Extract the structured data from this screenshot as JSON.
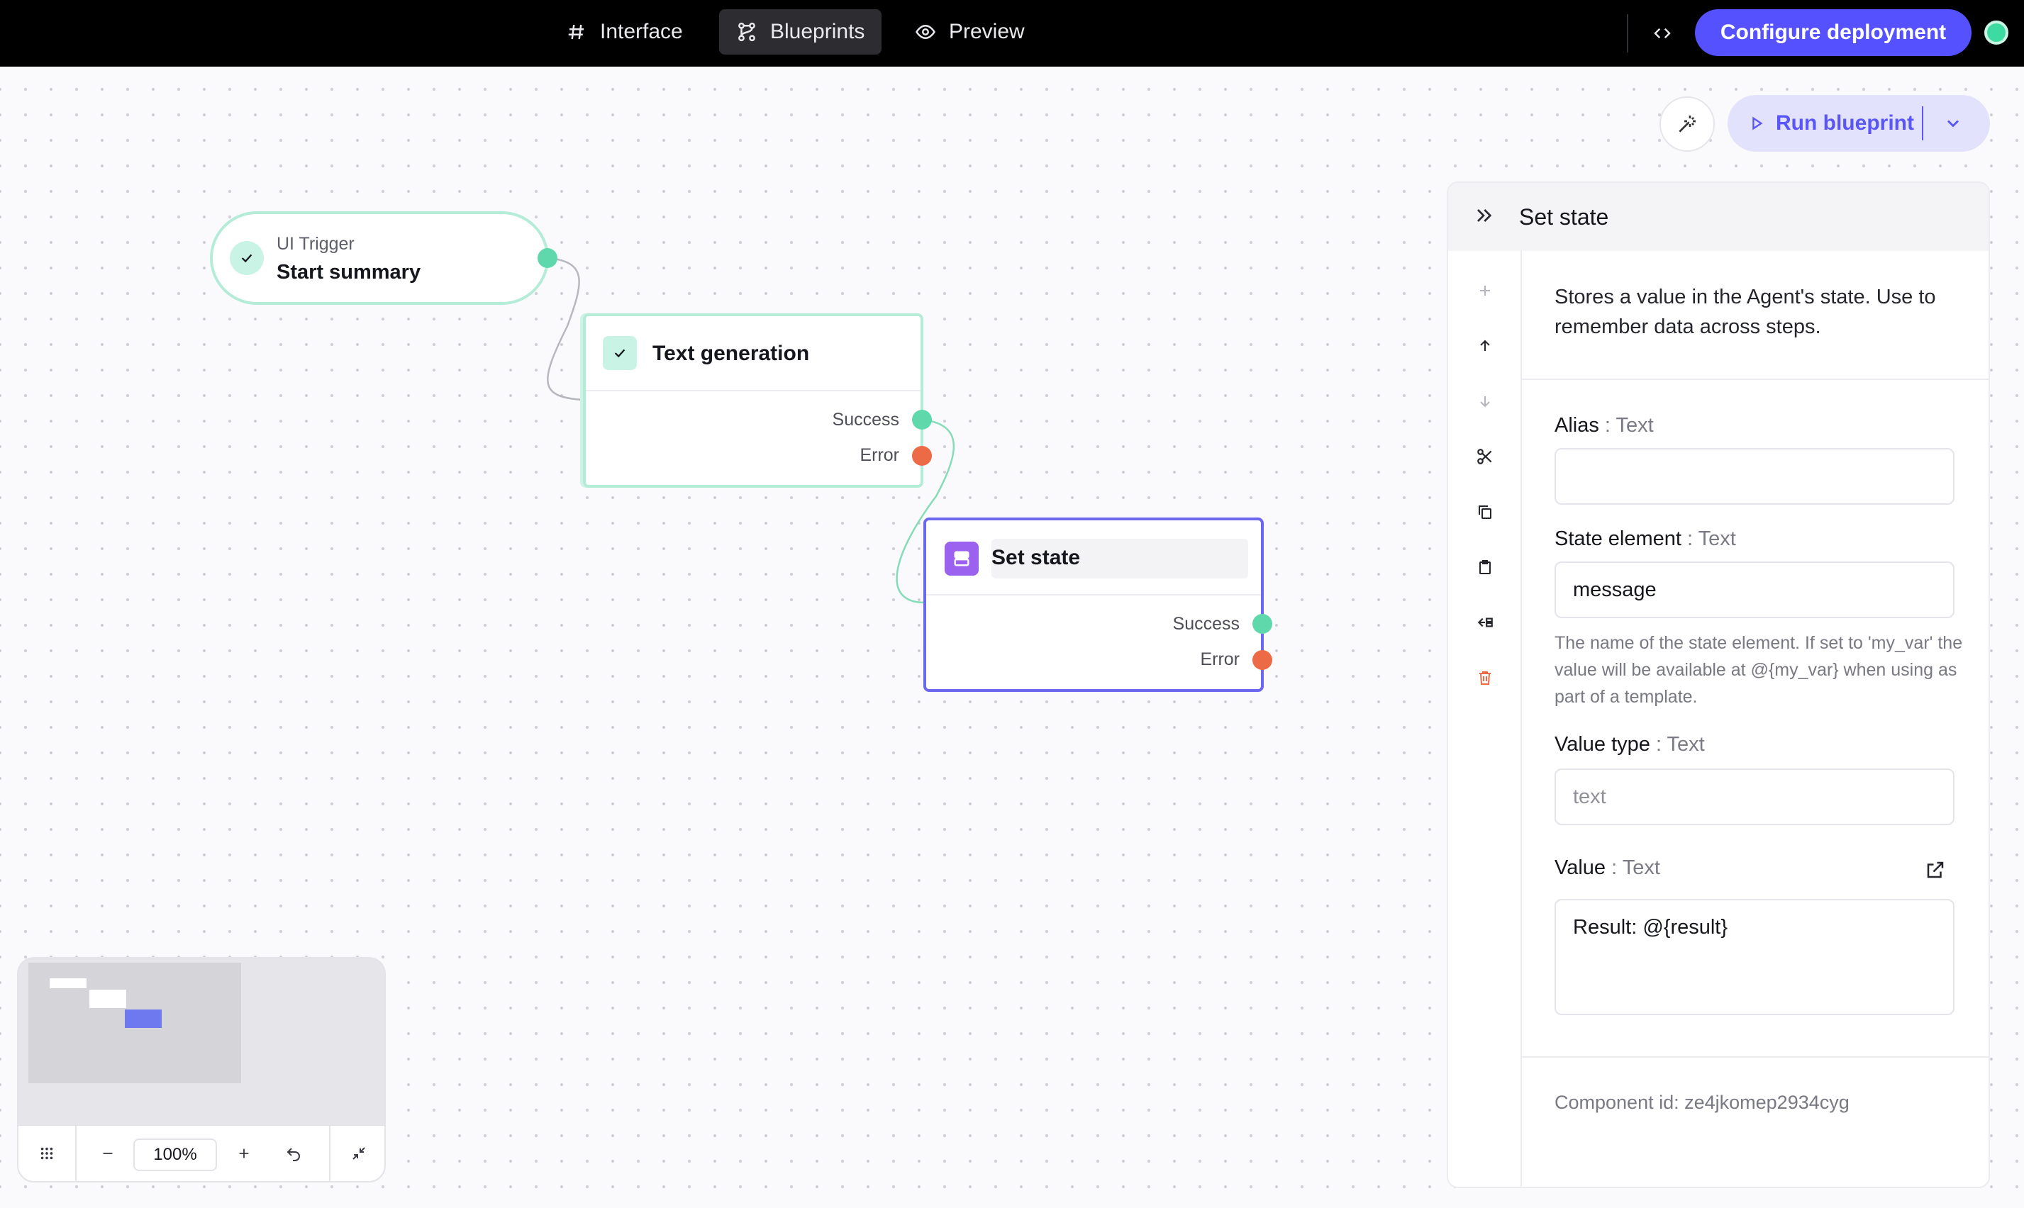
{
  "topbar": {
    "tabs": [
      {
        "label": "Interface",
        "icon": "hash-icon",
        "active": false
      },
      {
        "label": "Blueprints",
        "icon": "blueprint-icon",
        "active": true
      },
      {
        "label": "Preview",
        "icon": "eye-icon",
        "active": false
      }
    ],
    "code_icon": "code-icon",
    "deploy_label": "Configure deployment",
    "status": "online"
  },
  "canvas_controls": {
    "magic_icon": "magic-wand-icon",
    "run_label": "Run blueprint"
  },
  "nodes": {
    "trigger": {
      "subtitle": "UI Trigger",
      "title": "Start summary"
    },
    "text_generation": {
      "title": "Text generation",
      "success": "Success",
      "error": "Error"
    },
    "set_state": {
      "title": "Set state",
      "success": "Success",
      "error": "Error"
    }
  },
  "panel": {
    "title": "Set state",
    "description": "Stores a value in the Agent's state. Use to remember data across steps.",
    "fields": {
      "alias": {
        "label": "Alias",
        "type": "Text",
        "value": ""
      },
      "state_element": {
        "label": "State element",
        "type": "Text",
        "value": "message",
        "help": "The name of the state element. If set to 'my_var' the value will be available at @{my_var} when using as part of a template."
      },
      "value_type": {
        "label": "Value type",
        "type": "Text",
        "value": "text"
      },
      "value": {
        "label": "Value",
        "type": "Text",
        "value": "Result: @{result}"
      }
    },
    "component_id": "Component id: ze4jkomep2934cyg"
  },
  "minimap": {
    "zoom": "100%"
  },
  "colors": {
    "accent": "#5551ff",
    "success": "#5fd8ac",
    "error": "#ec6a46",
    "state_node": "#9b62f0"
  }
}
